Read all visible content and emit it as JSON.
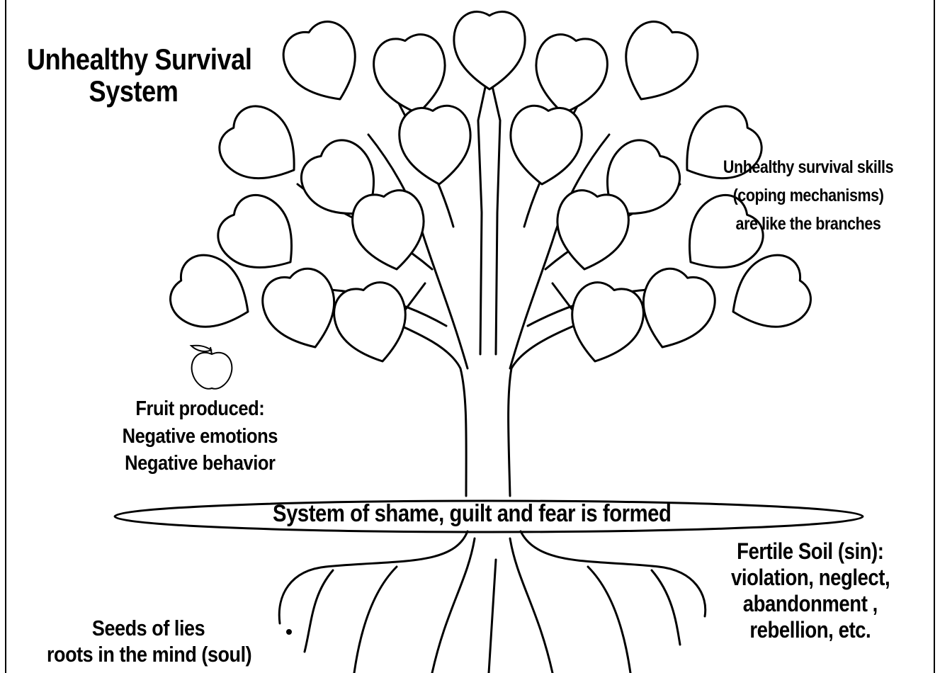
{
  "title": {
    "line1": "Unhealthy Survival",
    "line2": "System"
  },
  "branches_label": {
    "line1": "Unhealthy survival skills",
    "line2": "(coping mechanisms)",
    "line3": "are like the branches"
  },
  "fruit_label": {
    "line1": "Fruit produced:",
    "line2": "Negative emotions",
    "line3": "Negative behavior"
  },
  "ground_label": "System of shame, guilt and fear is formed",
  "soil_label": {
    "line1": "Fertile Soil (sin):",
    "line2": "violation, neglect,",
    "line3": "abandonment ,",
    "line4": "rebellion, etc."
  },
  "seeds_label": {
    "line1": "Seeds of lies",
    "line2": "roots in the mind (soul)"
  },
  "icons": [
    "apple-icon",
    "seed-dot-icon"
  ]
}
